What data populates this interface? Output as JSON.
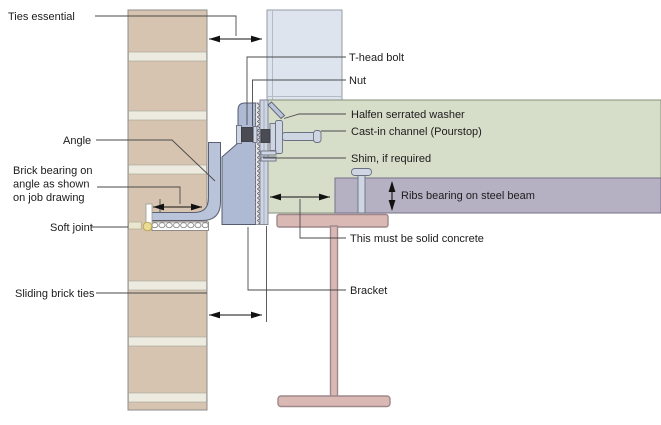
{
  "diagram": {
    "type": "construction-detail-section",
    "labels": {
      "ties_essential": "Ties essential",
      "angle": "Angle",
      "brick_bearing_lines": [
        "Brick bearing on",
        "angle as shown",
        "on job drawing"
      ],
      "soft_joint": "Soft joint",
      "sliding_brick_ties": "Sliding brick ties",
      "t_head_bolt": "T-head bolt",
      "nut": "Nut",
      "halfen_serrated_washer": "Halfen serrated washer",
      "cast_in_channel": "Cast-in channel (Pourstop)",
      "shim_if_required": "Shim, if required",
      "ribs_bearing": "Ribs bearing on steel beam",
      "solid_concrete": "This must be solid concrete",
      "bracket": "Bracket"
    },
    "colors": {
      "brick": "#d7c4b0",
      "mortar": "#edeadf",
      "column": "#dde4ed",
      "slab": "#d6ddc9",
      "rib_block": "#b5b1c3",
      "beam": "#dab9b4",
      "bracket": "#aeb9d3",
      "angle": "#b9c3d9",
      "hardware_light": "#cfd6e3",
      "hardware_dark": "#4b4b54",
      "soft_joint": "#e9e6cf",
      "sealant": "#ecdb92",
      "leader": "#4a4a4a",
      "dimension": "#111111"
    }
  }
}
